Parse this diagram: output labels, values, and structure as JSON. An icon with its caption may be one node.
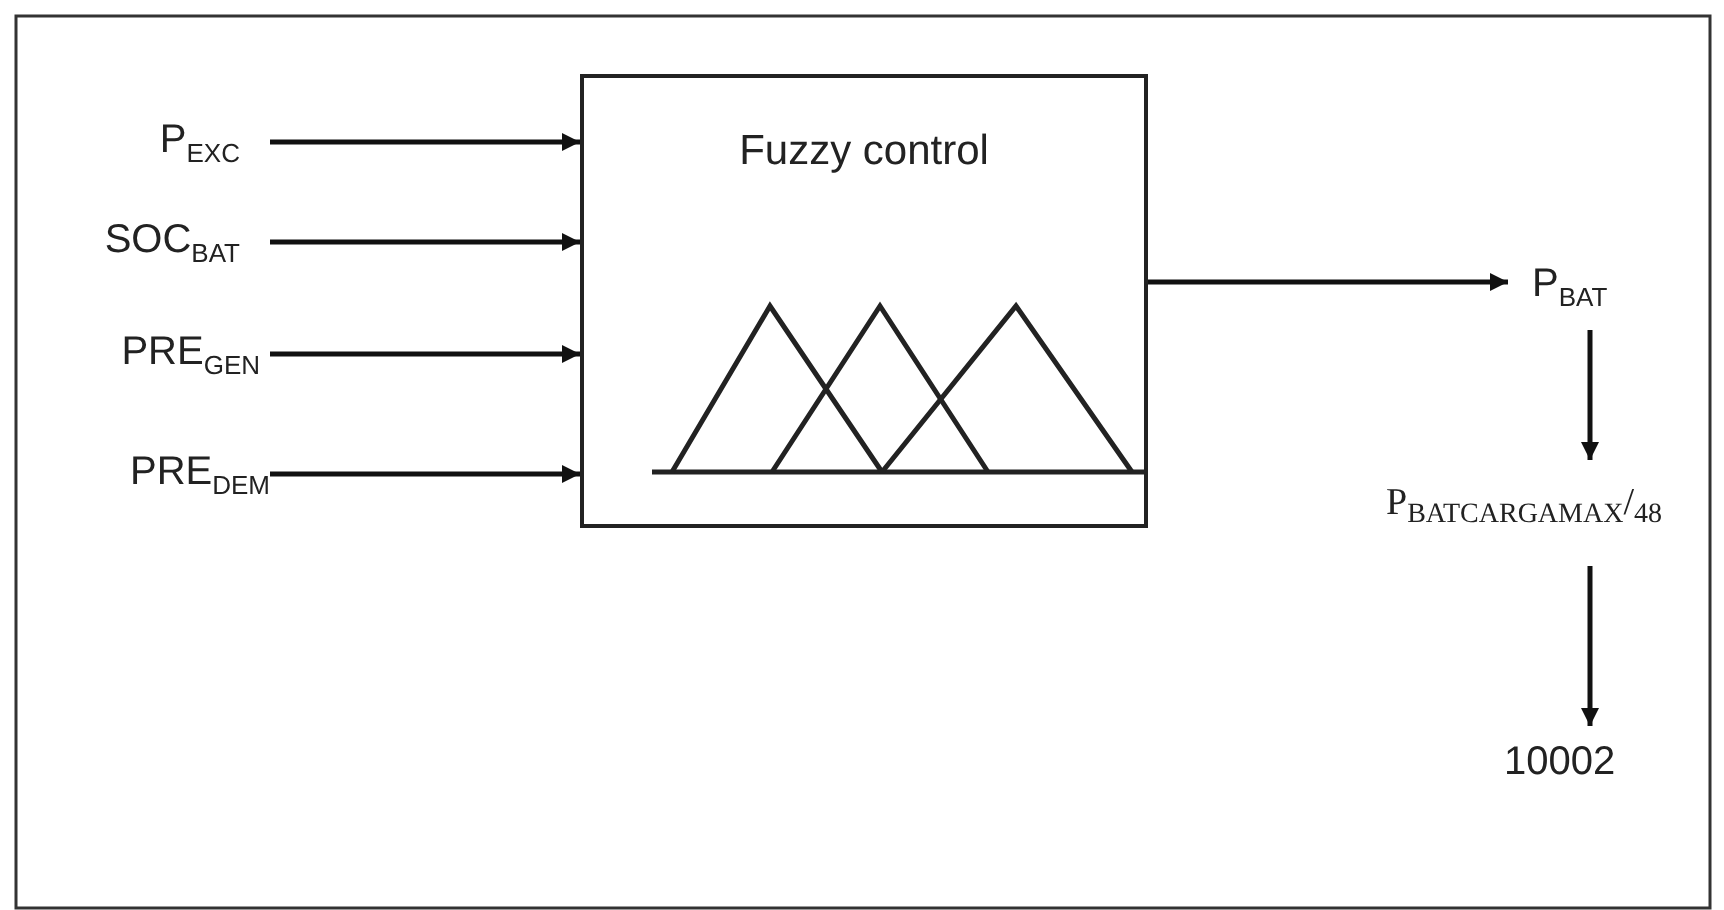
{
  "diagram": {
    "nodes": [
      {
        "text": [
          "Fuzzy control"
        ]
      },
      {
        "text": [
          "P$_{EXC}$"
        ]
      },
      {
        "text": [
          "SOC$_{BAT}$"
        ]
      },
      {
        "text": [
          "PRE$_{GEN}$"
        ]
      },
      {
        "text": [
          "PRE$_{DEM}$"
        ]
      },
      {
        "text": [
          "P$_{BAT}$"
        ]
      },
      {
        "text": [
          "P$_{BAT}$$_{CARGA}$$_{MAX}$/$_{48}$"
        ]
      },
      {
        "text": [
          "10002"
        ]
      }
    ],
    "edges": [
      {
        "from": 1,
        "to": 0,
        "arrow": "to"
      },
      {
        "from": 2,
        "to": 0,
        "arrow": "to"
      },
      {
        "from": 3,
        "to": 0,
        "arrow": "to"
      },
      {
        "from": 4,
        "to": 0,
        "arrow": "to"
      },
      {
        "from": 0,
        "to": 5,
        "arrow": "to"
      },
      {
        "from": 5,
        "to": 6,
        "arrow": "to"
      },
      {
        "from": 6,
        "to": 7,
        "arrow": "to"
      }
    ]
  }
}
